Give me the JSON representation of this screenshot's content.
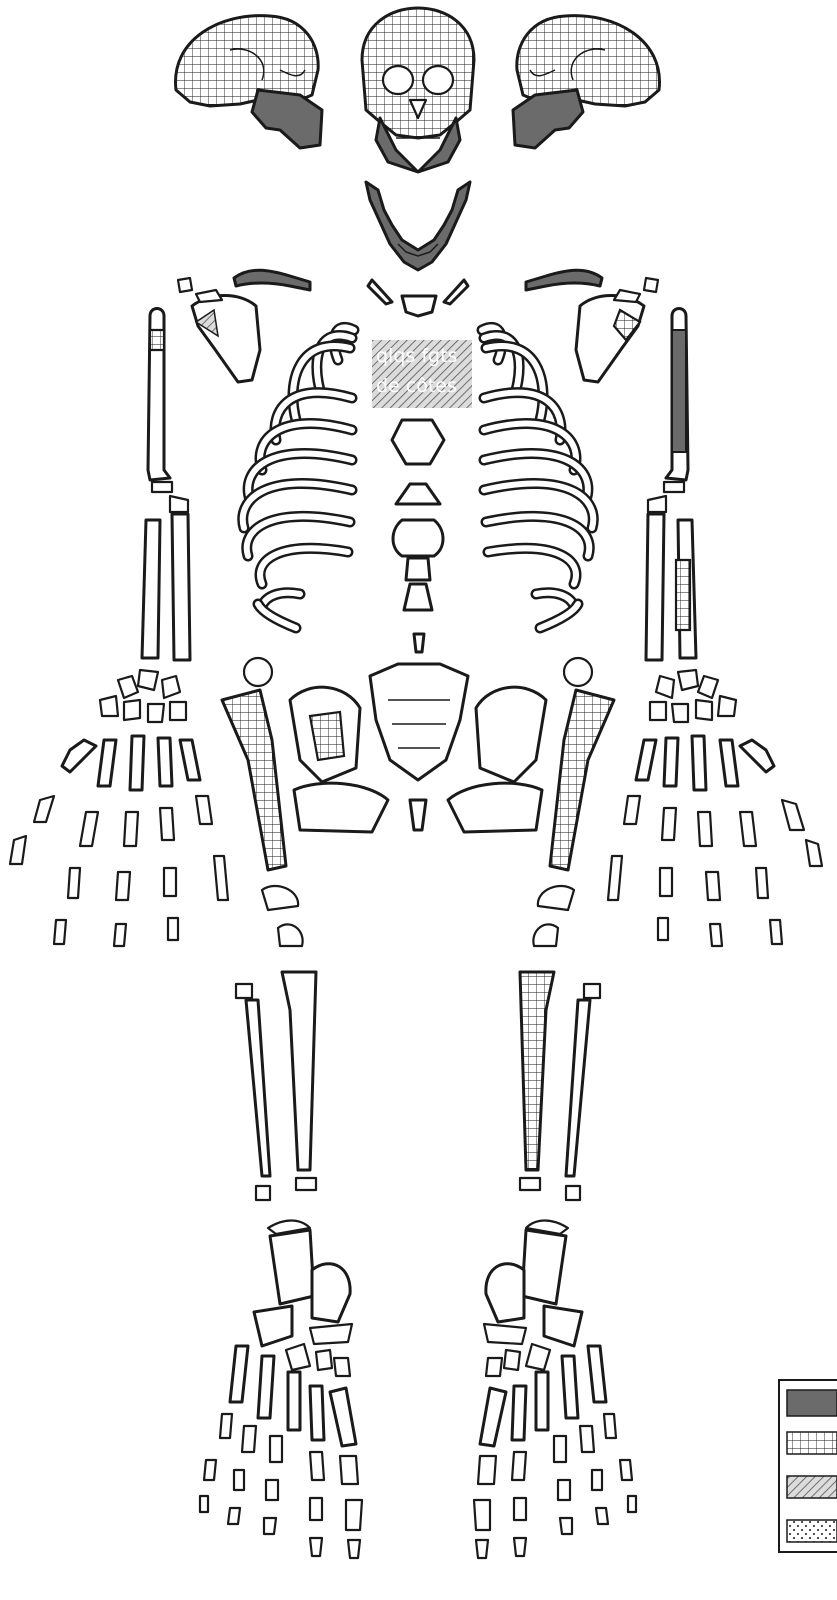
{
  "annotation": {
    "line1": "qlqs fgts",
    "line2": "de côtes"
  },
  "legend": {
    "items": [
      {
        "pattern": "dark-fill",
        "color": "#6b6b6b"
      },
      {
        "pattern": "grid"
      },
      {
        "pattern": "diagonal-hatch"
      },
      {
        "pattern": "dotted"
      }
    ]
  },
  "colors": {
    "outline": "#1a1a1a",
    "dark_fill": "#6b6b6b",
    "background": "#ffffff"
  }
}
